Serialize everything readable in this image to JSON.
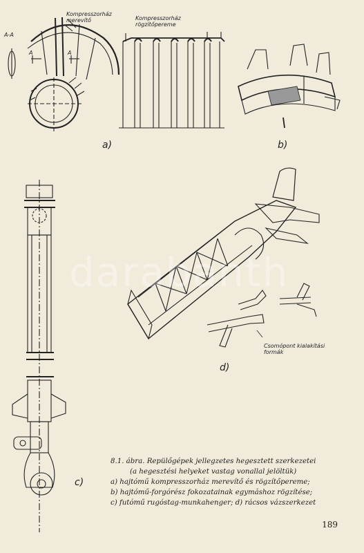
{
  "figure": {
    "a": {
      "label": "a)",
      "section_label": "A-A",
      "section_mark_left": "A",
      "section_mark_right": "A",
      "callout_stiffener": "Kompresszorház merevítő",
      "callout_flange": "Kompresszorház rögzítőpereme"
    },
    "b": {
      "label": "b)"
    },
    "c": {
      "label": "c)"
    },
    "d": {
      "label": "d)",
      "callout_nodes": "Csomópont kialakítási formák"
    }
  },
  "watermark": "darabanth",
  "caption": {
    "title": "8.1. ábra. Repülőgépek jellegzetes hegesztett szerkezetei",
    "note": "(a hegesztési helyeket vastag vonallal jelöltük)",
    "items": [
      "a) hajtómű kompresszorház merevítő és rögzítőpereme;",
      "b) hajtómű-forgórész fokozatainak egymáshoz rögzítése;",
      "c) futómű rugóstag-munkahenger; d) rácsos vázszerkezet"
    ]
  },
  "page_number": "189"
}
